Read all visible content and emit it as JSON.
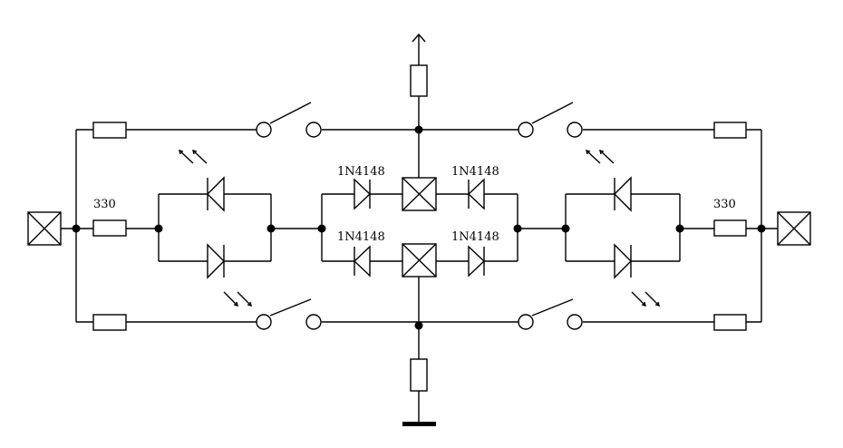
{
  "labels": {
    "diode_top_left": "1N4148",
    "diode_top_right": "1N4148",
    "diode_bottom_left": "1N4148",
    "diode_bottom_right": "1N4148",
    "resistor_left": "330",
    "resistor_right": "330"
  },
  "colors": {
    "line": "#000000",
    "background": "#ffffff"
  }
}
